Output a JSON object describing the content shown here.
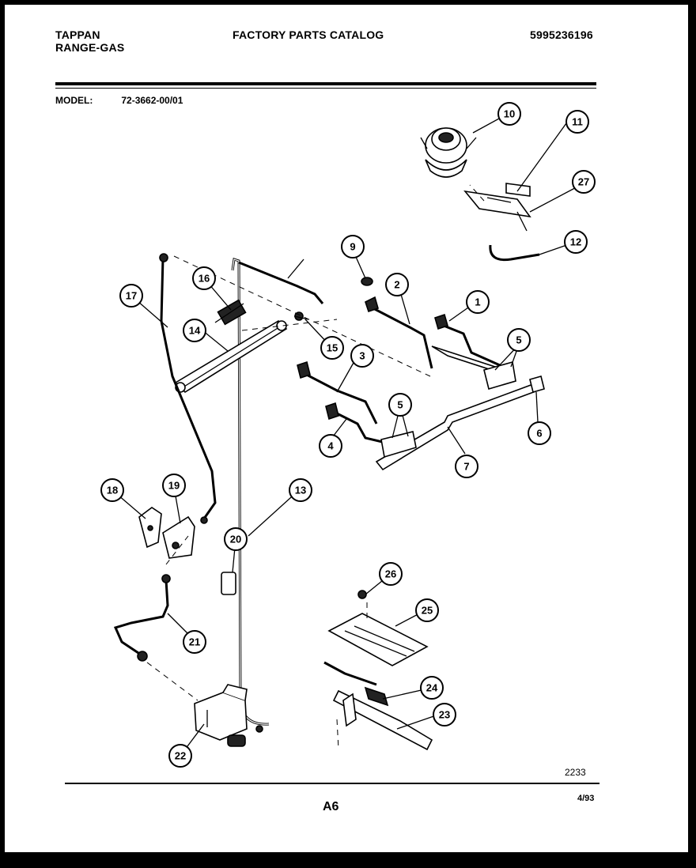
{
  "header": {
    "brand": "TAPPAN",
    "product": "RANGE-GAS",
    "catalog_title": "FACTORY PARTS CATALOG",
    "catalog_number": "5995236196"
  },
  "model": {
    "label": "MODEL:",
    "number": "72-3662-00/01"
  },
  "callouts": [
    "1",
    "2",
    "3",
    "4",
    "5",
    "5",
    "6",
    "7",
    "9",
    "10",
    "11",
    "12",
    "13",
    "14",
    "15",
    "16",
    "17",
    "18",
    "19",
    "20",
    "21",
    "22",
    "23",
    "24",
    "25",
    "26",
    "27"
  ],
  "footer": {
    "ref": "2233",
    "page": "A6",
    "date": "4/93"
  }
}
